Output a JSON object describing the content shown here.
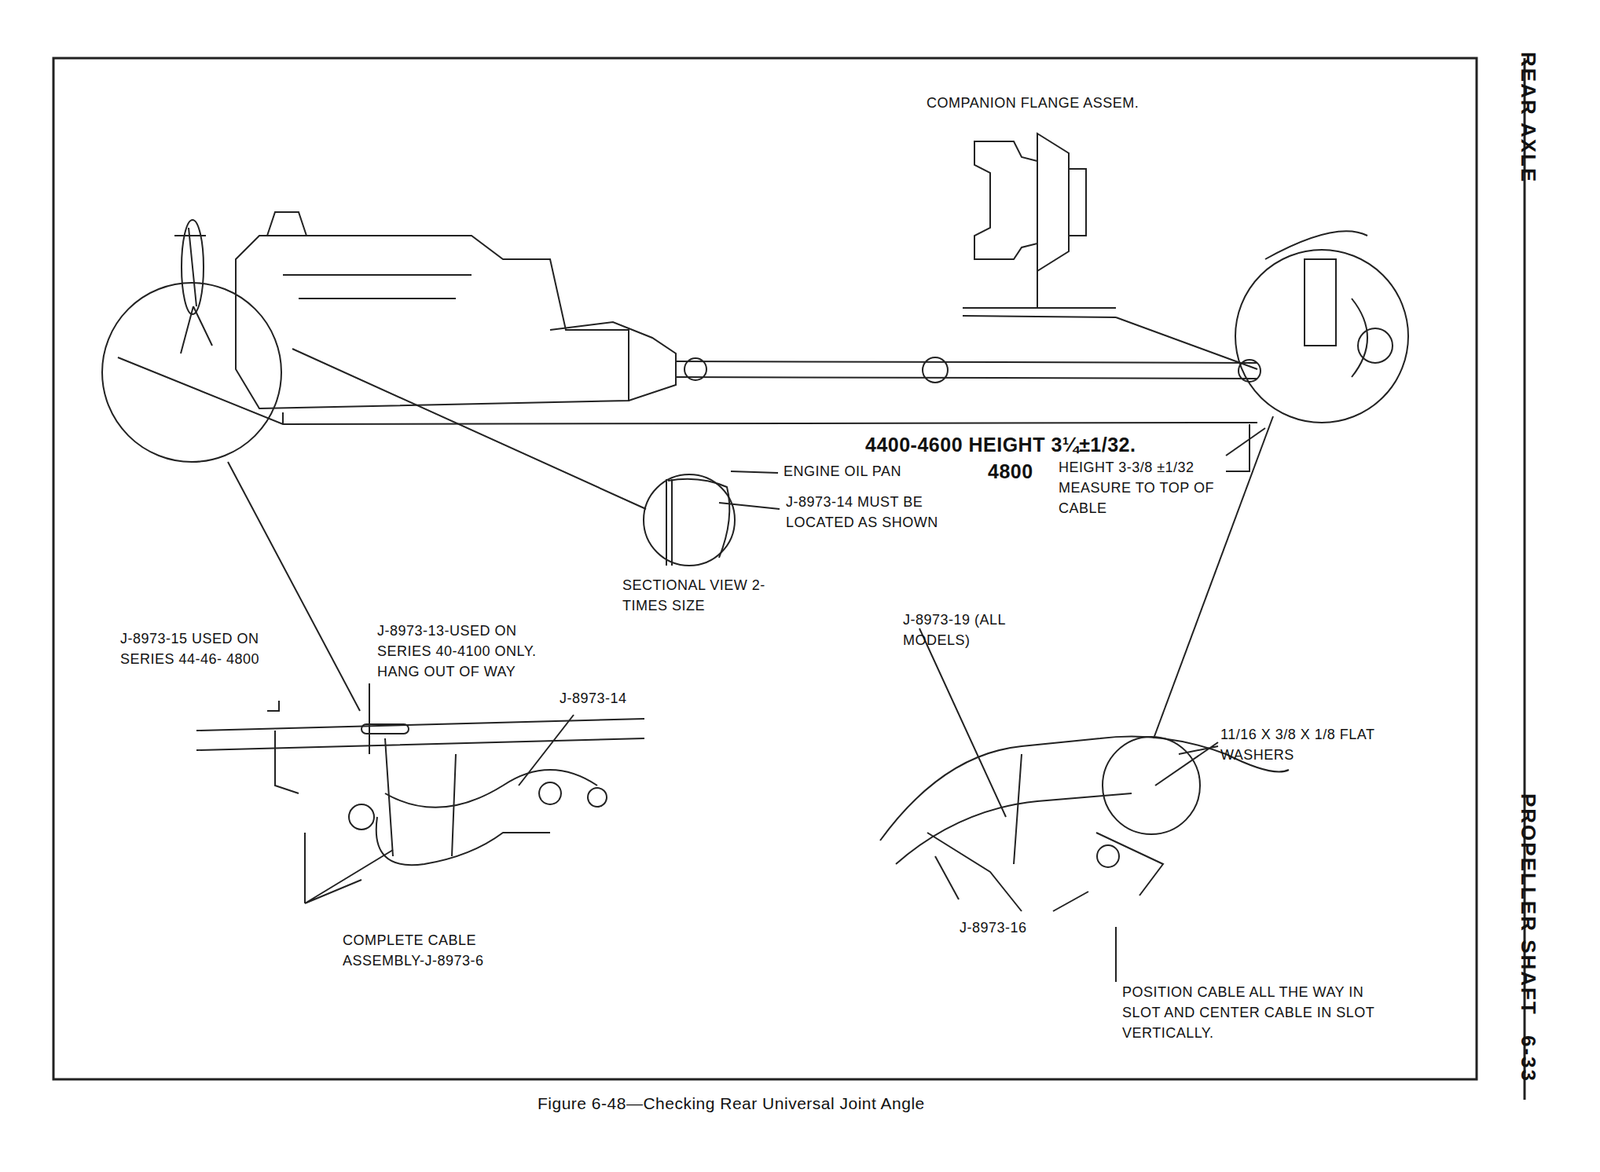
{
  "diagram": {
    "caption": "Figure 6-48—Checking Rear Universal Joint Angle",
    "labels": [
      "COMPANION FLANGE ASSEM.",
      "4400-4600 HEIGHT 3¼±1/32.",
      "4800",
      "HEIGHT 3-3/8 ±1/32 MEASURE TO TOP OF CABLE",
      "ENGINE OIL PAN",
      "J-8973-14 MUST BE LOCATED AS SHOWN",
      "SECTIONAL VIEW 2-TIMES SIZE",
      "J-8973-15 USED ON SERIES 44-46- 4800",
      "J-8973-13-USED ON SERIES 40-4100 ONLY. HANG OUT OF WAY",
      "J-8973-14",
      "COMPLETE CABLE ASSEMBLY-J-8973-6",
      "J-8973-19 (ALL MODELS)",
      "11/16 X 3/8 X 1/8 FLAT WASHERS",
      "J-8973-16",
      "POSITION CABLE ALL THE WAY IN SLOT AND CENTER CABLE IN SLOT VERTICALLY.",
      "REAR AXLE",
      "PROPELLER SHAFT",
      "6-33"
    ]
  }
}
